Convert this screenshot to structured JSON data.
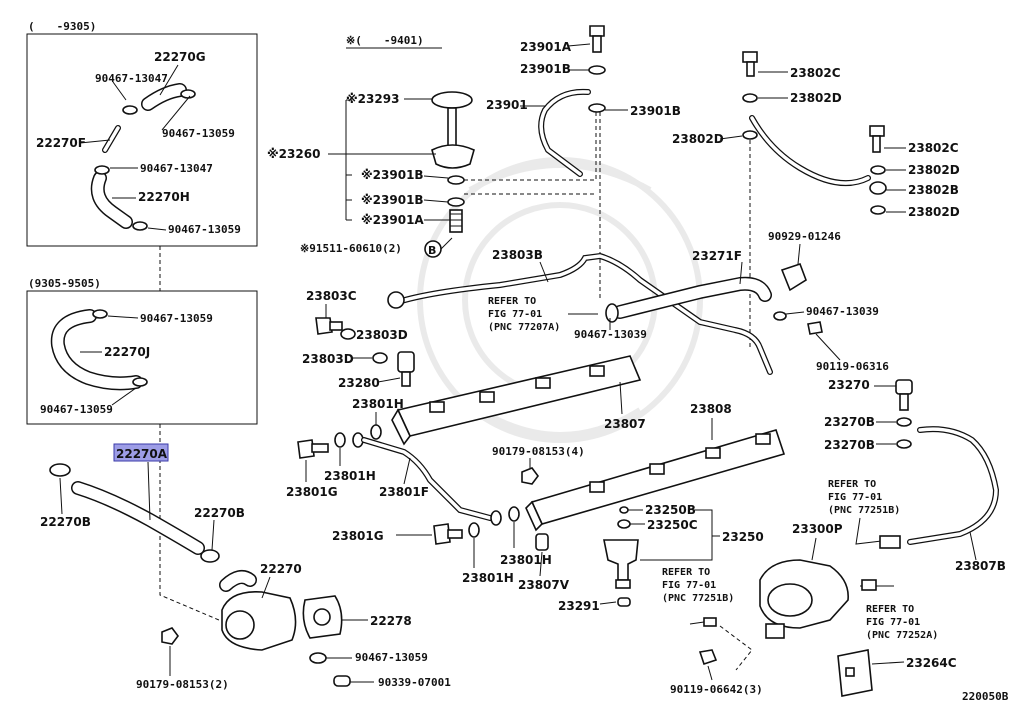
{
  "diagram": {
    "box1_range": "(　　-9305)",
    "box2_range": "(9305-9505)",
    "note_range": "※(　　-9401)",
    "figure_id": "220050B",
    "refer_to": "REFER TO",
    "fig_77_01": "FIG 77-01",
    "pnc_77207a": "(PNC 77207A)",
    "pnc_77251b": "(PNC 77251B)",
    "pnc_77251b_2": "(PNC 77251B)",
    "pnc_77252a": "(PNC 77252A)",
    "b_marker": "B",
    "highlight_color": "#9d9de6"
  },
  "parts": {
    "p22270G": "22270G",
    "p90467_13047_a": "90467-13047",
    "p90467_13059_a": "90467-13059",
    "p22270F": "22270F",
    "p90467_13047_b": "90467-13047",
    "p22270H": "22270H",
    "p90467_13059_b": "90467-13059",
    "p90467_13059_c": "90467-13059",
    "p22270J": "22270J",
    "p90467_13059_d": "90467-13059",
    "p22270A": "22270A",
    "p22270B_a": "22270B",
    "p22270B_b": "22270B",
    "p22270": "22270",
    "p22278": "22278",
    "p90467_13059_e": "90467-13059",
    "p90339_07001": "90339-07001",
    "p90179_08153_2": "90179-08153(2)",
    "p23293": "※23293",
    "p23260": "※23260",
    "p23901B_n1": "※23901B",
    "p23901B_n2": "※23901B",
    "p23901A_n": "※23901A",
    "p91511": "※91511-60610(2)",
    "p23901A": "23901A",
    "p23901B_a": "23901B",
    "p23901": "23901",
    "p23901B_b": "23901B",
    "p23802C_a": "23802C",
    "p23802D_a": "23802D",
    "p23802D_b": "23802D",
    "p23802C_b": "23802C",
    "p23802D_c": "23802D",
    "p23802B": "23802B",
    "p23802D_d": "23802D",
    "p90929_01246": "90929-01246",
    "p23803B": "23803B",
    "p23271F": "23271F",
    "p23803C": "23803C",
    "p23803D_a": "23803D",
    "p23803D_b": "23803D",
    "p90467_13039_a": "90467-13039",
    "p90467_13039_b": "90467-13039",
    "p90119_06316": "90119-06316",
    "p23280": "23280",
    "p23270": "23270",
    "p23801H_a": "23801H",
    "p23807": "23807",
    "p23808": "23808",
    "p23270B_a": "23270B",
    "p23270B_b": "23270B",
    "p23801H_b": "23801H",
    "p23801G_a": "23801G",
    "p23801F": "23801F",
    "p90179_08153_4": "90179-08153(4)",
    "p23250B": "23250B",
    "p23250C": "23250C",
    "p23250": "23250",
    "p23300P": "23300P",
    "p23807B": "23807B",
    "p23801G_b": "23801G",
    "p23801H_c": "23801H",
    "p23801H_d": "23801H",
    "p23807V": "23807V",
    "p23291": "23291",
    "p90119_06642_3": "90119-06642(3)",
    "p23264C": "23264C"
  }
}
